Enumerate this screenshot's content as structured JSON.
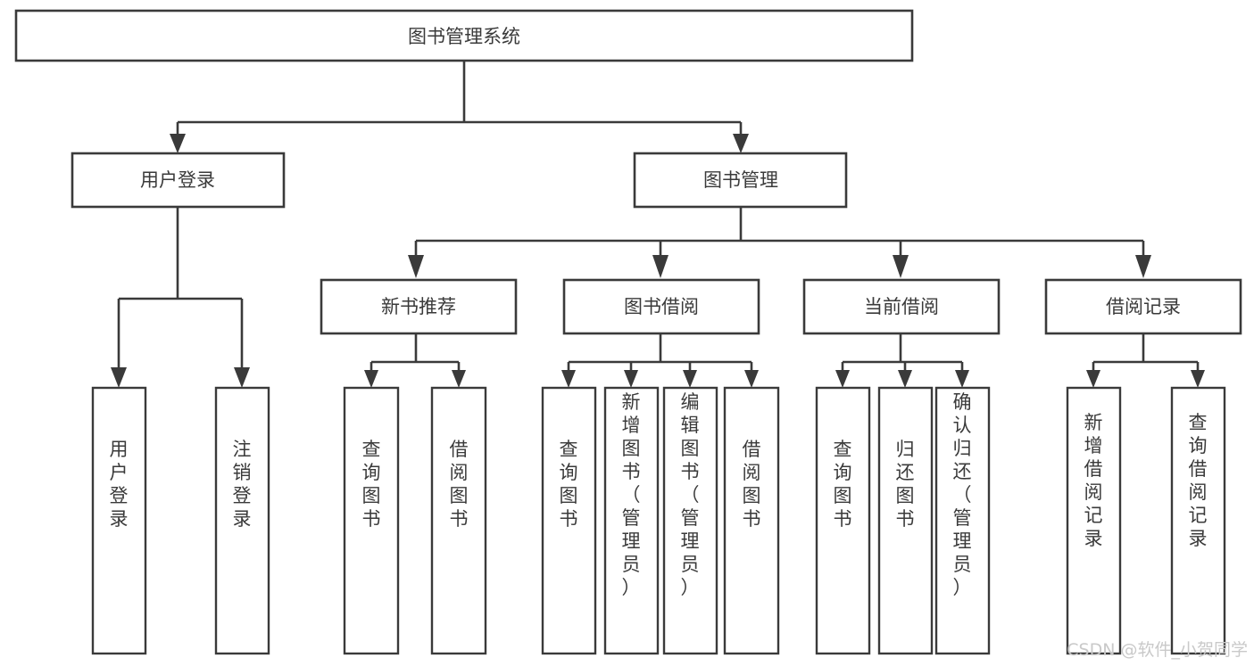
{
  "diagram": {
    "title": "图书管理系统",
    "type": "tree-hierarchy-diagram",
    "colors": {
      "background": "#ffffff",
      "box_fill": "#ffffff",
      "stroke": "#3a3a3a",
      "text": "#3a3a3a",
      "watermark": "#c9c9c9"
    },
    "levels": {
      "root": {
        "label": "图书管理系统",
        "orientation": "horizontal"
      },
      "level2": [
        {
          "label": "用户登录",
          "orientation": "horizontal"
        },
        {
          "label": "图书管理",
          "orientation": "horizontal"
        }
      ],
      "level3": [
        {
          "label": "新书推荐",
          "orientation": "horizontal"
        },
        {
          "label": "图书借阅",
          "orientation": "horizontal"
        },
        {
          "label": "当前借阅",
          "orientation": "horizontal"
        },
        {
          "label": "借阅记录",
          "orientation": "horizontal"
        }
      ],
      "leaves": {
        "user_login": [
          {
            "label": "用户登录",
            "orientation": "vertical"
          },
          {
            "label": "注销登录",
            "orientation": "vertical"
          }
        ],
        "new_book_recommend": [
          {
            "label": "查询图书",
            "orientation": "vertical"
          },
          {
            "label": "借阅图书",
            "orientation": "vertical"
          }
        ],
        "book_borrow": [
          {
            "label": "查询图书",
            "orientation": "vertical"
          },
          {
            "label": "新增图书（管理员）",
            "orientation": "vertical"
          },
          {
            "label": "编辑图书（管理员）",
            "orientation": "vertical"
          },
          {
            "label": "借阅图书",
            "orientation": "vertical"
          }
        ],
        "current_borrow": [
          {
            "label": "查询图书",
            "orientation": "vertical"
          },
          {
            "label": "归还图书",
            "orientation": "vertical"
          },
          {
            "label": "确认归还（管理员）",
            "orientation": "vertical"
          }
        ],
        "borrow_record": [
          {
            "label": "新增借阅记录",
            "orientation": "vertical"
          },
          {
            "label": "查询借阅记录",
            "orientation": "vertical"
          }
        ]
      }
    }
  },
  "watermark": {
    "text": "CSDN @软件_小贺同学"
  }
}
